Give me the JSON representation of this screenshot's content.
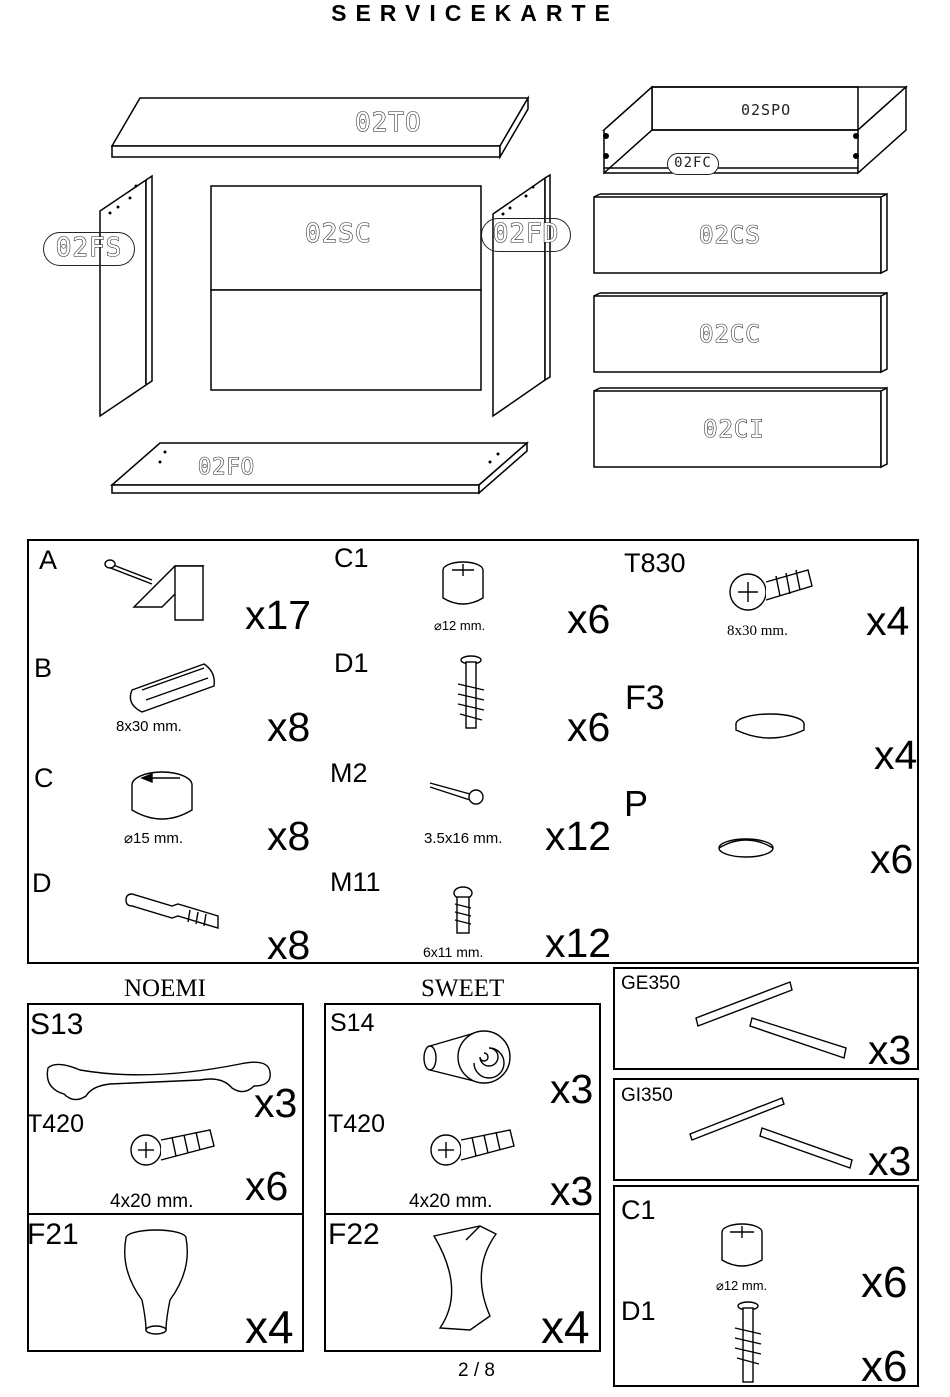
{
  "title": "SERVICEKARTE",
  "panels": {
    "top": "02TO",
    "side_left": "02FS",
    "back": "02SC",
    "side_right": "02FD",
    "bottom": "02FO",
    "drawer_back": "02SPO",
    "drawer_front_frame": "02FC",
    "drawer_s": "02CS",
    "drawer_c": "02CC",
    "drawer_i": "02CI"
  },
  "hardware": [
    {
      "code": "A",
      "qty": "x17",
      "dim": ""
    },
    {
      "code": "B",
      "qty": "x8",
      "dim": "8x30 mm."
    },
    {
      "code": "C",
      "qty": "x8",
      "dim": "⌀15 mm."
    },
    {
      "code": "D",
      "qty": "x8",
      "dim": ""
    },
    {
      "code": "C1",
      "qty": "x6",
      "dim": "⌀12 mm."
    },
    {
      "code": "D1",
      "qty": "x6",
      "dim": ""
    },
    {
      "code": "M2",
      "qty": "x12",
      "dim": "3.5x16 mm."
    },
    {
      "code": "M11",
      "qty": "x12",
      "dim": "6x11 mm."
    },
    {
      "code": "T830",
      "qty": "x4",
      "dim": "8x30 mm."
    },
    {
      "code": "F3",
      "qty": "x4",
      "dim": ""
    },
    {
      "code": "P",
      "qty": "x6",
      "dim": ""
    }
  ],
  "noemi": {
    "heading": "NOEMI",
    "handle_code": "S13",
    "handle_qty": "x3",
    "screw_code": "T420",
    "screw_qty": "x6",
    "screw_dim": "4x20 mm.",
    "foot_code": "F21",
    "foot_qty": "x4"
  },
  "sweet": {
    "heading": "SWEET",
    "handle_code": "S14",
    "handle_qty": "x3",
    "screw_code": "T420",
    "screw_qty": "x3",
    "screw_dim": "4x20 mm.",
    "foot_code": "F22",
    "foot_qty": "x4"
  },
  "rails": [
    {
      "code": "GE350",
      "qty": "x3"
    },
    {
      "code": "GI350",
      "qty": "x3"
    }
  ],
  "extra": {
    "c1_code": "C1",
    "c1_qty": "x6",
    "c1_dim": "⌀12 mm.",
    "d1_code": "D1",
    "d1_qty": "x6"
  },
  "page_number": "2 / 8"
}
